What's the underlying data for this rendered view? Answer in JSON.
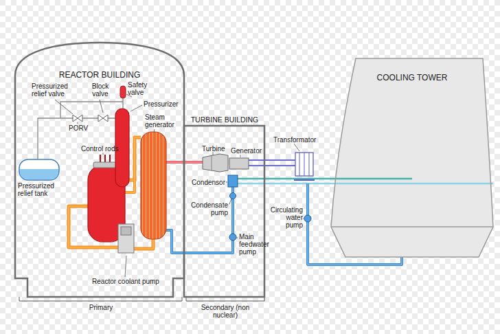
{
  "diagram": {
    "nodes": [
      {
        "text": [
          "REACTOR BUILDING"
        ]
      },
      {
        "text": [
          "TURBINE BUILDING"
        ]
      },
      {
        "text": [
          "COOLING TOWER"
        ]
      }
    ],
    "labels": [
      "Pressurized relief valve",
      "Block valve",
      "Safety valve",
      "Pressurizer",
      "Steam generator",
      "PORV",
      "Control rods",
      "Pressurized relief tank",
      "Turbine",
      "Generator",
      "Transformator",
      "Condensor",
      "Condensate pump",
      "Circulating water pump",
      "Main feedwater pump",
      "Reactor coolant pump",
      "Primary",
      "Secondary (non nuclear)"
    ]
  }
}
